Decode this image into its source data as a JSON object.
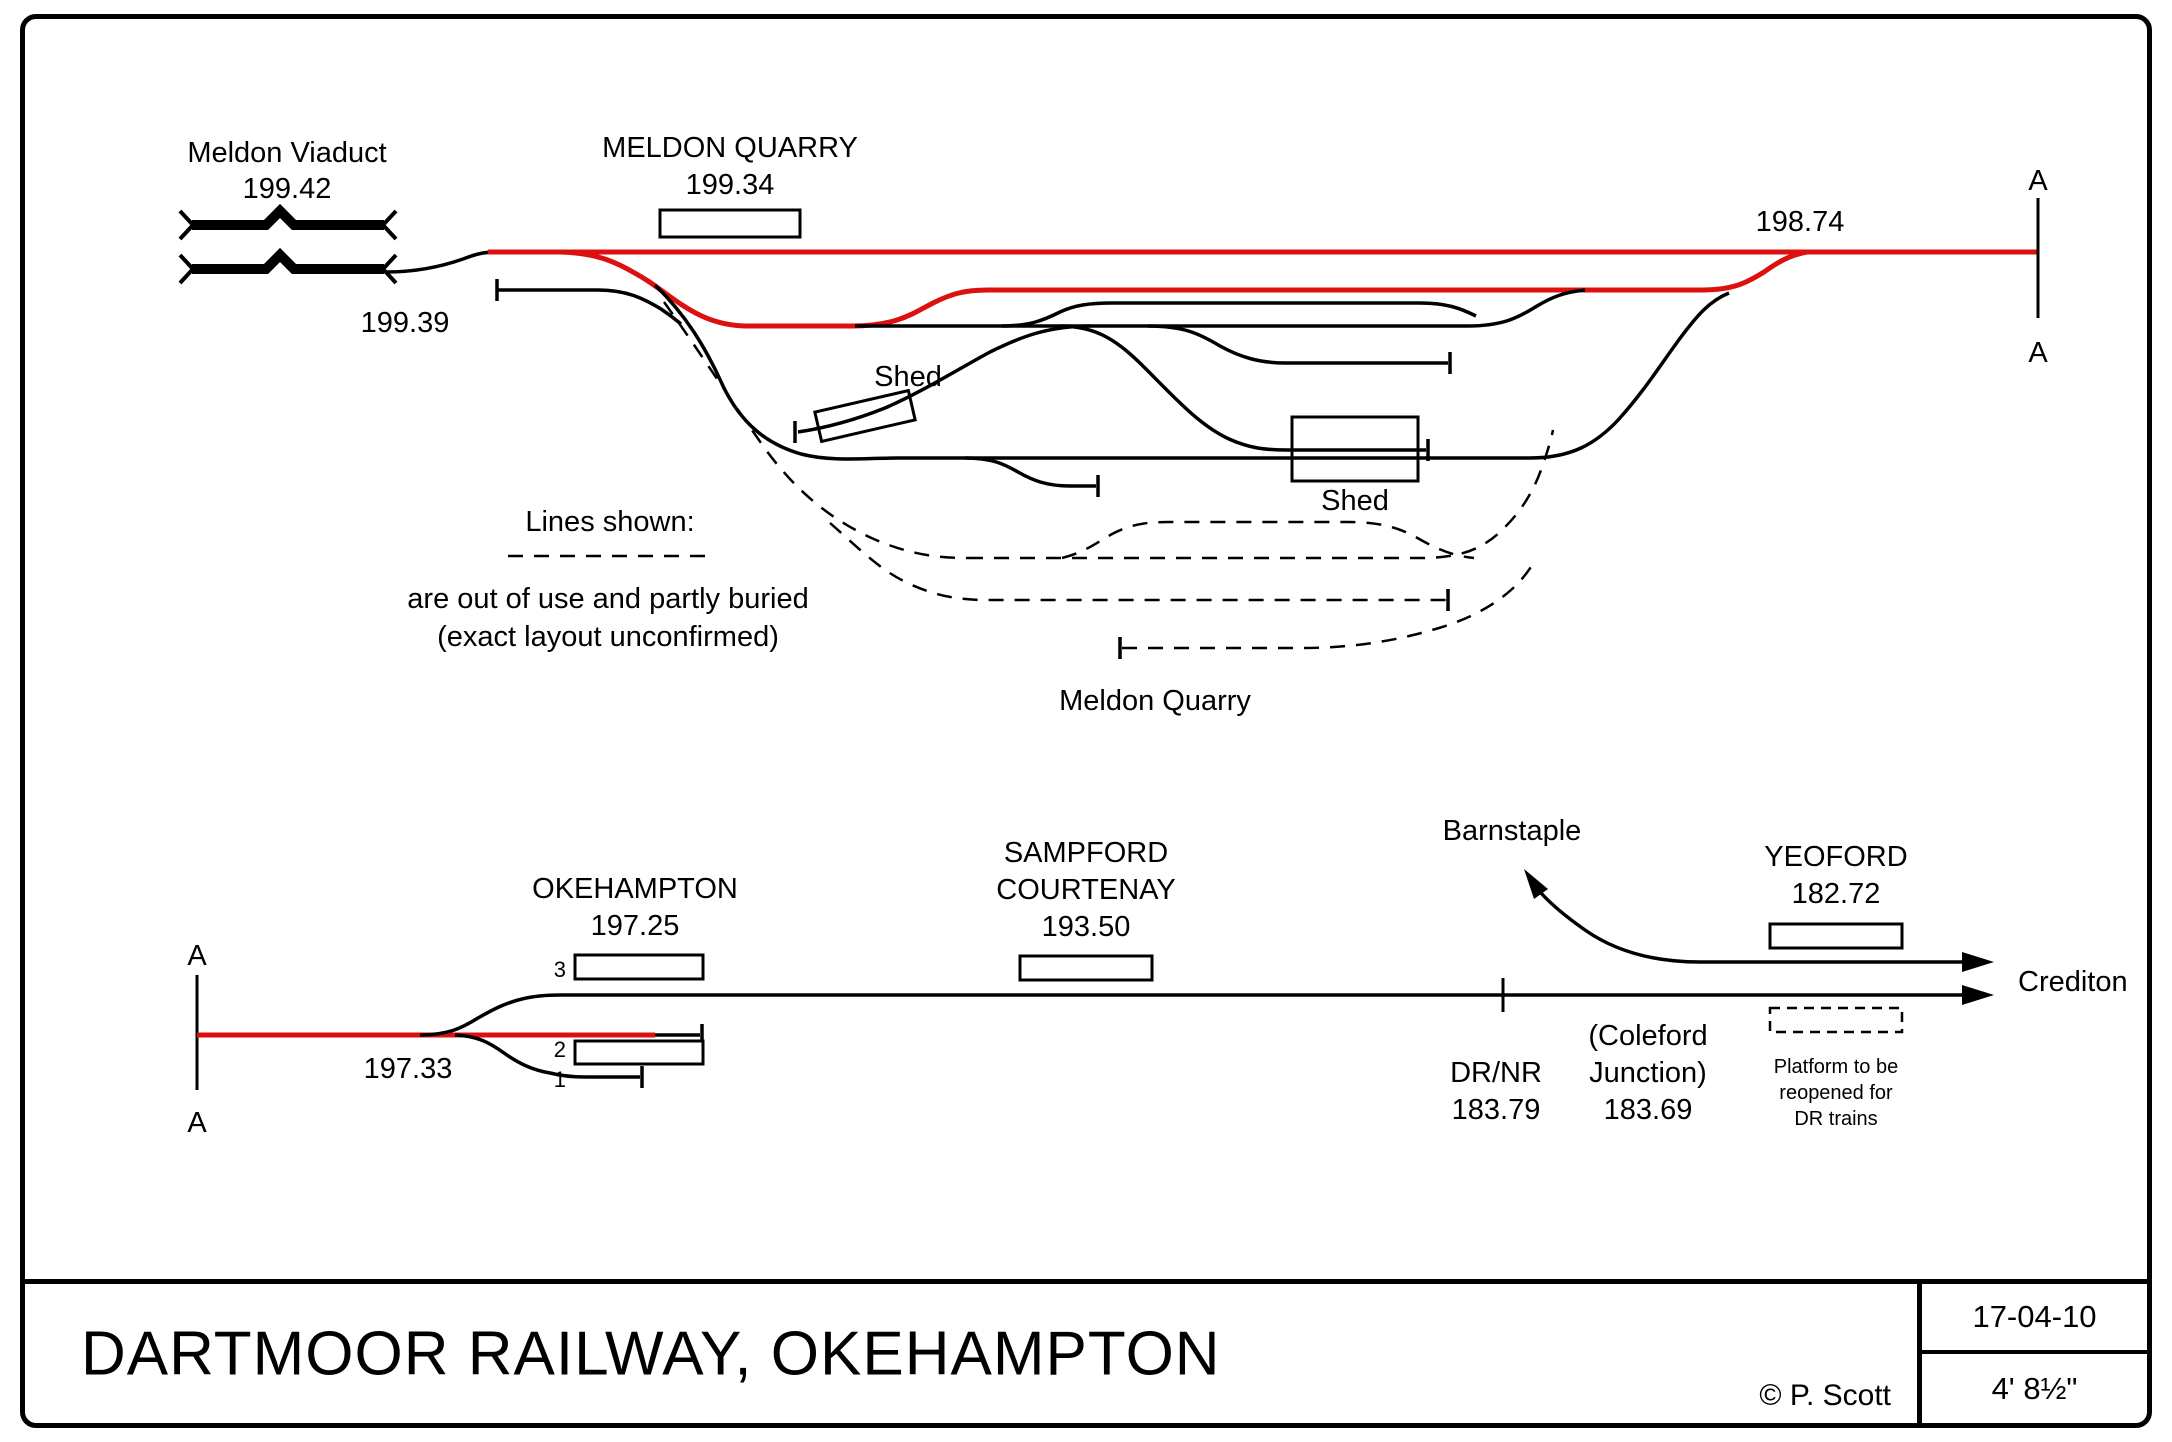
{
  "title_block": {
    "title": "DARTMOOR RAILWAY, OKEHAMPTON",
    "copyright": "© P. Scott",
    "date": "17-04-10",
    "gauge": "4' 8½\""
  },
  "colors": {
    "active_line": "#dd1010",
    "disused_line": "#000000",
    "background": "#ffffff"
  },
  "top": {
    "viaduct_name": "Meldon Viaduct",
    "viaduct_mileage": "199.42",
    "viaduct_end_mileage": "199.39",
    "station_name": "MELDON QUARRY",
    "station_mileage": "199.34",
    "east_mileage": "198.74",
    "marker": "A",
    "shed_label": "Shed",
    "quarry_label": "Meldon Quarry",
    "legend_heading": "Lines shown:",
    "legend_line1": "are out of use and partly buried",
    "legend_line2": "(exact layout unconfirmed)"
  },
  "bottom": {
    "marker": "A",
    "okehampton_name": "OKEHAMPTON",
    "okehampton_mileage": "197.25",
    "bay_mileage": "197.33",
    "platforms": [
      "3",
      "2",
      "1"
    ],
    "sampford_line1": "SAMPFORD",
    "sampford_line2": "COURTENAY",
    "sampford_mileage": "193.50",
    "barnstaple": "Barnstaple",
    "crediton": "Crediton",
    "yeoford_name": "YEOFORD",
    "yeoford_mileage": "182.72",
    "boundary_label": "DR/NR",
    "boundary_mileage": "183.79",
    "junction_line1": "(Coleford",
    "junction_line2": "Junction)",
    "junction_mileage": "183.69",
    "note_line1": "Platform to be",
    "note_line2": "reopened for",
    "note_line3": "DR trains"
  }
}
